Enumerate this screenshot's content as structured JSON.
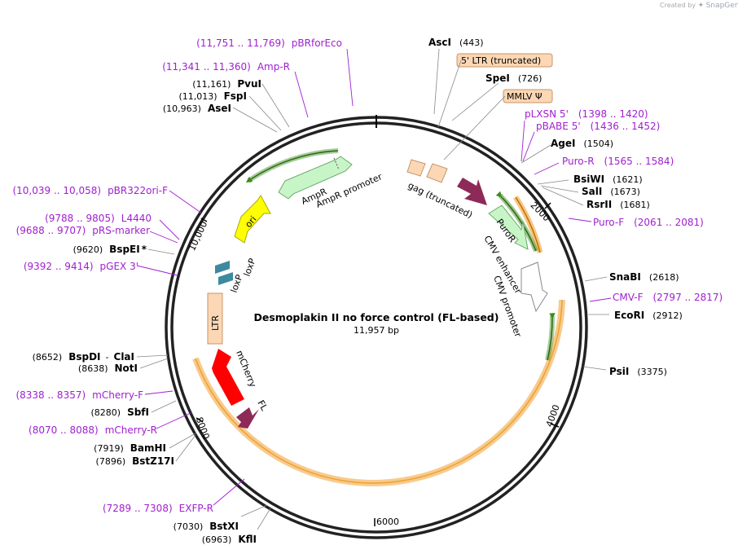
{
  "credit": {
    "created_by": "Created by",
    "brand": "SnapGene"
  },
  "map": {
    "name": "Desmoplakin II no force control (FL-based)",
    "size": "11,957 bp",
    "ticks": [
      "2000",
      "4000",
      "6000",
      "8000",
      "10,000"
    ]
  },
  "enzymes": [
    {
      "name": "AscI",
      "pos": "(443)"
    },
    {
      "name": "SpeI",
      "pos": "(726)"
    },
    {
      "name": "AgeI",
      "pos": "(1504)"
    },
    {
      "name": "BsiWI",
      "pos": "(1621)"
    },
    {
      "name": "SalI",
      "pos": "(1673)"
    },
    {
      "name": "RsrII",
      "pos": "(1681)"
    },
    {
      "name": "SnaBI",
      "pos": "(2618)"
    },
    {
      "name": "EcoRI",
      "pos": "(2912)"
    },
    {
      "name": "PsiI",
      "pos": "(3375)"
    },
    {
      "name": "BstXI",
      "pos": "(7030)"
    },
    {
      "name": "KflI",
      "pos": "(6963)"
    },
    {
      "name": "BamHI",
      "pos": "(7919)"
    },
    {
      "name": "BstZ17I",
      "pos": "(7896)"
    },
    {
      "name": "SbfI",
      "pos": "(8280)"
    },
    {
      "name": "BspDI",
      "pos": "(8652)",
      "alias": "ClaI"
    },
    {
      "name": "NotI",
      "pos": "(8638)"
    },
    {
      "name": "BspEI",
      "pos": "(9620)",
      "mark": "*"
    },
    {
      "name": "AseI",
      "pos": "(10,963)"
    },
    {
      "name": "FspI",
      "pos": "(11,013)"
    },
    {
      "name": "PvuI",
      "pos": "(11,161)"
    }
  ],
  "primers": [
    {
      "name": "pBRforEco",
      "range": "(11,751 .. 11,769)"
    },
    {
      "name": "Amp-R",
      "range": "(11,341 .. 11,360)"
    },
    {
      "name": "pLXSN 5'",
      "range": "(1398 .. 1420)"
    },
    {
      "name": "pBABE 5'",
      "range": "(1436 .. 1452)"
    },
    {
      "name": "Puro-R",
      "range": "(1565 .. 1584)"
    },
    {
      "name": "Puro-F",
      "range": "(2061 .. 2081)"
    },
    {
      "name": "CMV-F",
      "range": "(2797 .. 2817)"
    },
    {
      "name": "EXFP-R",
      "range": "(7289 .. 7308)"
    },
    {
      "name": "mCherry-R",
      "range": "(8070 .. 8088)"
    },
    {
      "name": "mCherry-F",
      "range": "(8338 .. 8357)"
    },
    {
      "name": "pGEX 3'",
      "range": "(9392 .. 9414)"
    },
    {
      "name": "pRS-marker",
      "range": "(9688 .. 9707)"
    },
    {
      "name": "L4440",
      "range": "(9788 .. 9805)"
    },
    {
      "name": "pBR322ori-F",
      "range": "(10,039 .. 10,058)"
    }
  ],
  "boxed_features": [
    {
      "name": "5' LTR (truncated)"
    },
    {
      "name": "MMLV Ψ"
    }
  ],
  "features": {
    "gag": "gag (truncated)",
    "puror": "PuroR",
    "cmv_enhancer": "CMV enhancer",
    "cmv_promoter": "CMV promoter",
    "ampr": "AmpR",
    "ampr_promoter": "AmpR promoter",
    "ori": "ori",
    "loxp1": "loxP",
    "loxp2": "loxP",
    "ltr": "LTR",
    "mcherry": "mCherry",
    "fl": "FL"
  },
  "colors": {
    "backbone": "#222222",
    "orange_arc": "#f0a030",
    "green_arc": "#3c8c1c",
    "puror": "#c8f5c8",
    "ampr": "#c8f5c8",
    "gag": "#fbd7b5",
    "maroon": "#8e2a58",
    "ori": "#ffff00",
    "loxp": "#3d8aa0",
    "mcherry": "#ff0000",
    "primer": "#a020d0"
  }
}
